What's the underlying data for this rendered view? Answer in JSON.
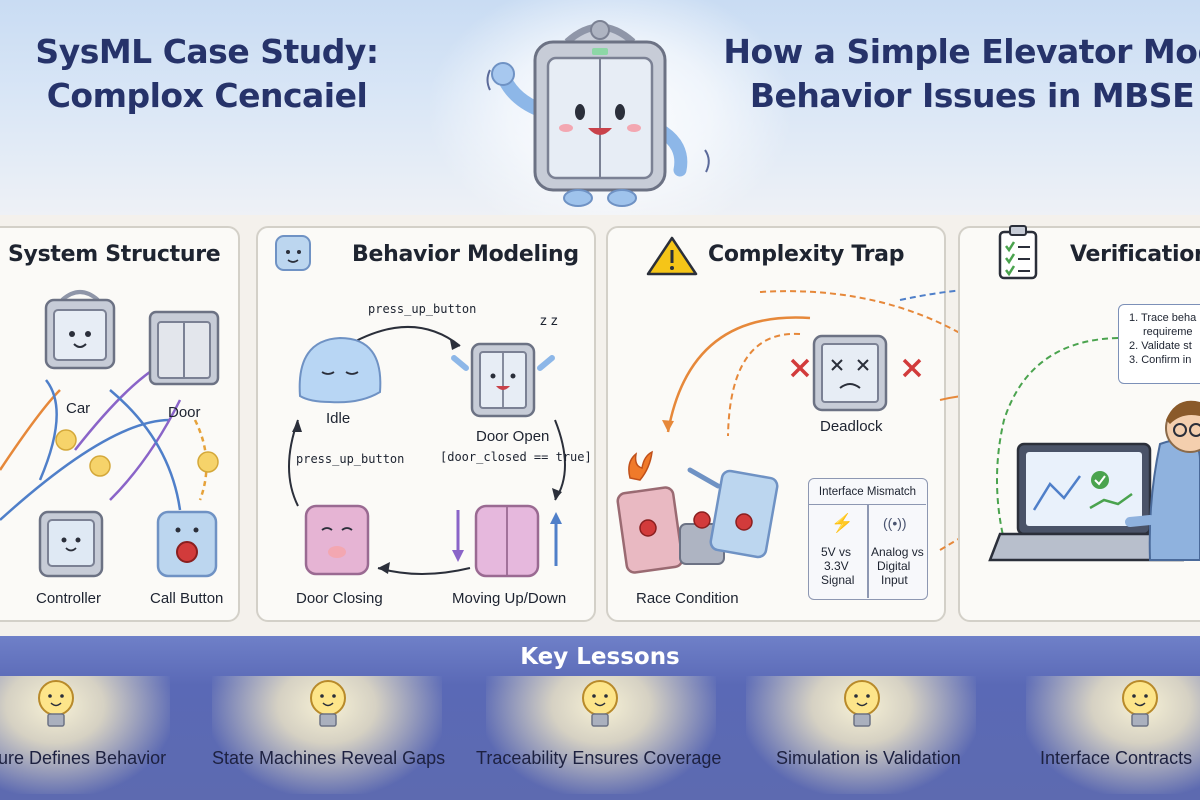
{
  "header": {
    "title_left_line1": "SysML Case Study:",
    "title_left_line2": "Complox Cencaiel",
    "title_right_line1": "How a Simple Elevator Mod",
    "title_right_line2": "Behavior Issues in MBSE"
  },
  "panels": {
    "structure": {
      "title": "System Structure",
      "car": "Car",
      "door": "Door",
      "controller": "Controller",
      "call_button": "Call Button"
    },
    "behavior": {
      "title": "Behavior Modeling",
      "transition_top": "press_up_button",
      "idle": "Idle",
      "transition_left": "press_up_button",
      "door_open": "Door Open",
      "guard": "[door_closed == true]",
      "door_closing": "Door Closing",
      "moving": "Moving Up/Down",
      "sleep": "z z"
    },
    "complexity": {
      "title": "Complexity Trap",
      "deadlock": "Deadlock",
      "race_condition": "Race Condition",
      "mismatch_title": "Interface Mismatch",
      "mismatch_left_1": "5V vs",
      "mismatch_left_2": "3.3V",
      "mismatch_left_3": "Signal",
      "mismatch_right_1": "Analog vs",
      "mismatch_right_2": "Digital",
      "mismatch_right_3": "Input"
    },
    "verification": {
      "title": "Verification",
      "step1a": "1. Trace beha",
      "step1b": "requireme",
      "step2": "2. Validate st",
      "step3": "3. Confirm in"
    }
  },
  "lessons": {
    "title": "Key Lessons",
    "items": [
      "ure Defines Behavior",
      "State Machines Reveal Gaps",
      "Traceability Ensures Coverage",
      "Simulation is Validation",
      "Interface Contracts"
    ]
  },
  "colors": {
    "title_navy": "#26336a",
    "lesson_band": "#5a69b6",
    "arrow_blue": "#4f7fc9",
    "arrow_orange": "#e6883a",
    "arrow_purple": "#8a64c8",
    "arrow_green": "#4aa34e",
    "warning_yellow": "#f5c518",
    "error_red": "#d23b3b"
  }
}
